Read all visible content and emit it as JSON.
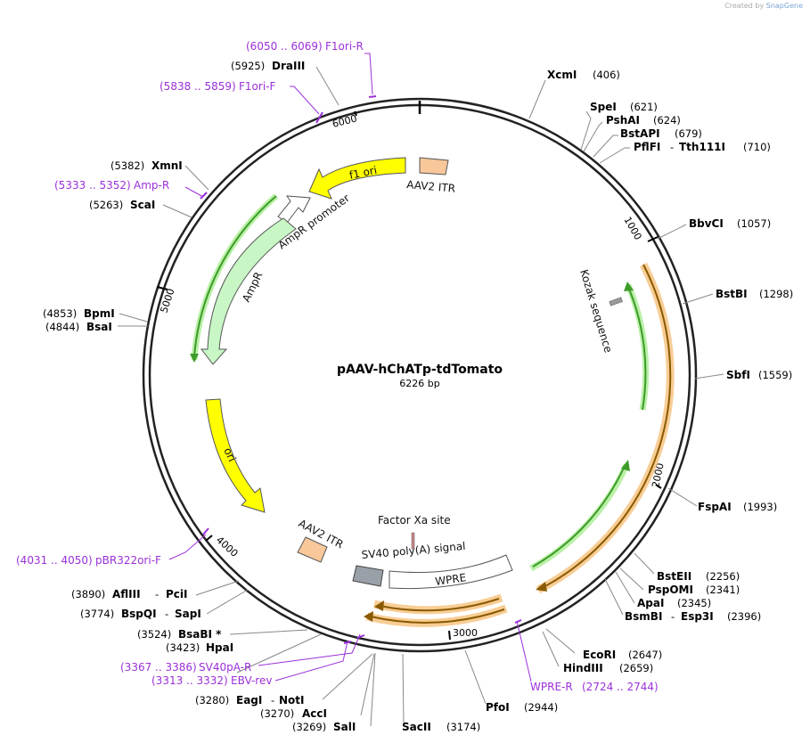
{
  "credit": {
    "prefix": "Created by",
    "brand": "SnapGene"
  },
  "plasmid": {
    "name": "pAAV-hChATp-tdTomato",
    "size_label": "6226 bp",
    "length": 6226
  },
  "ruler_ticks": [
    "1000",
    "2000",
    "3000",
    "4000",
    "5000",
    "6000"
  ],
  "colors": {
    "primer": "#9b30d9",
    "orf": "#f6a623",
    "feature_green": "#3d9b2a",
    "ori": "#ffff00",
    "ampr": "#c8f7c5",
    "itr": "#f8c79a"
  },
  "features": [
    {
      "label": "f1 ori",
      "kind": "arrow",
      "color": "#ffff00"
    },
    {
      "label": "AAV2 ITR",
      "kind": "box",
      "color": "#f8c79a"
    },
    {
      "label": "AmpR promoter",
      "kind": "arrow",
      "color": "#ffffff"
    },
    {
      "label": "AmpR",
      "kind": "arrow",
      "color": "#c8f7c5"
    },
    {
      "label": "ori",
      "kind": "arrow",
      "color": "#ffff00"
    },
    {
      "label": "AAV2 ITR",
      "kind": "box",
      "color": "#f8c79a"
    },
    {
      "label": "Factor Xa site",
      "kind": "box",
      "color": "#cc8888"
    },
    {
      "label": "SV40 poly(A) signal",
      "kind": "box",
      "color": "#9aa0a8"
    },
    {
      "label": "WPRE",
      "kind": "box",
      "color": "#ffffff"
    },
    {
      "label": "Kozak sequence",
      "kind": "box",
      "color": "#999999"
    }
  ],
  "sites": [
    {
      "name": "XcmI",
      "pos": "(406)"
    },
    {
      "name": "SpeI",
      "pos": "(621)"
    },
    {
      "name": "PshAI",
      "pos": "(624)"
    },
    {
      "name": "BstAPI",
      "pos": "(679)"
    },
    {
      "name": "PflFI",
      "name2": "Tth111I",
      "pos": "(710)"
    },
    {
      "name": "BbvCI",
      "pos": "(1057)"
    },
    {
      "name": "BstBI",
      "pos": "(1298)"
    },
    {
      "name": "SbfI",
      "pos": "(1559)"
    },
    {
      "name": "FspAI",
      "pos": "(1993)"
    },
    {
      "name": "BstEII",
      "pos": "(2256)"
    },
    {
      "name": "PspOMI",
      "pos": "(2341)"
    },
    {
      "name": "ApaI",
      "pos": "(2345)"
    },
    {
      "name": "BsmBI",
      "name2": "Esp3I",
      "pos": "(2396)"
    },
    {
      "name": "EcoRI",
      "pos": "(2647)"
    },
    {
      "name": "HindIII",
      "pos": "(2659)"
    },
    {
      "name": "PfoI",
      "pos": "(2944)"
    },
    {
      "name": "SacII",
      "pos": "(3174)"
    },
    {
      "name": "SalI",
      "pos": "(3269)"
    },
    {
      "name": "AccI",
      "pos": "(3270)"
    },
    {
      "name": "EagI",
      "name2": "NotI",
      "pos": "(3280)"
    },
    {
      "name": "HpaI",
      "pos": "(3423)"
    },
    {
      "name": "BsaBI *",
      "pos": "(3524)"
    },
    {
      "name": "BspQI",
      "name2": "SapI",
      "pos": "(3774)"
    },
    {
      "name": "AflIII",
      "name2": "PciI",
      "pos": "(3890)"
    },
    {
      "name": "BsaI",
      "pos": "(4844)"
    },
    {
      "name": "BpmI",
      "pos": "(4853)"
    },
    {
      "name": "ScaI",
      "pos": "(5263)"
    },
    {
      "name": "XmnI",
      "pos": "(5382)"
    },
    {
      "name": "DraIII",
      "pos": "(5925)"
    }
  ],
  "primers": [
    {
      "range": "(6050 .. 6069)",
      "name": "F1ori-R"
    },
    {
      "range": "(5838 .. 5859)",
      "name": "F1ori-F"
    },
    {
      "range": "(5333 .. 5352)",
      "name": "Amp-R"
    },
    {
      "range": "(4031 .. 4050)",
      "name": "pBR322ori-F"
    },
    {
      "range": "(3367 .. 3386)",
      "name": "SV40pA-R"
    },
    {
      "range": "(3313 .. 3332)",
      "name": "EBV-rev"
    },
    {
      "range": "(2724 .. 2744)",
      "name": "WPRE-R"
    }
  ]
}
